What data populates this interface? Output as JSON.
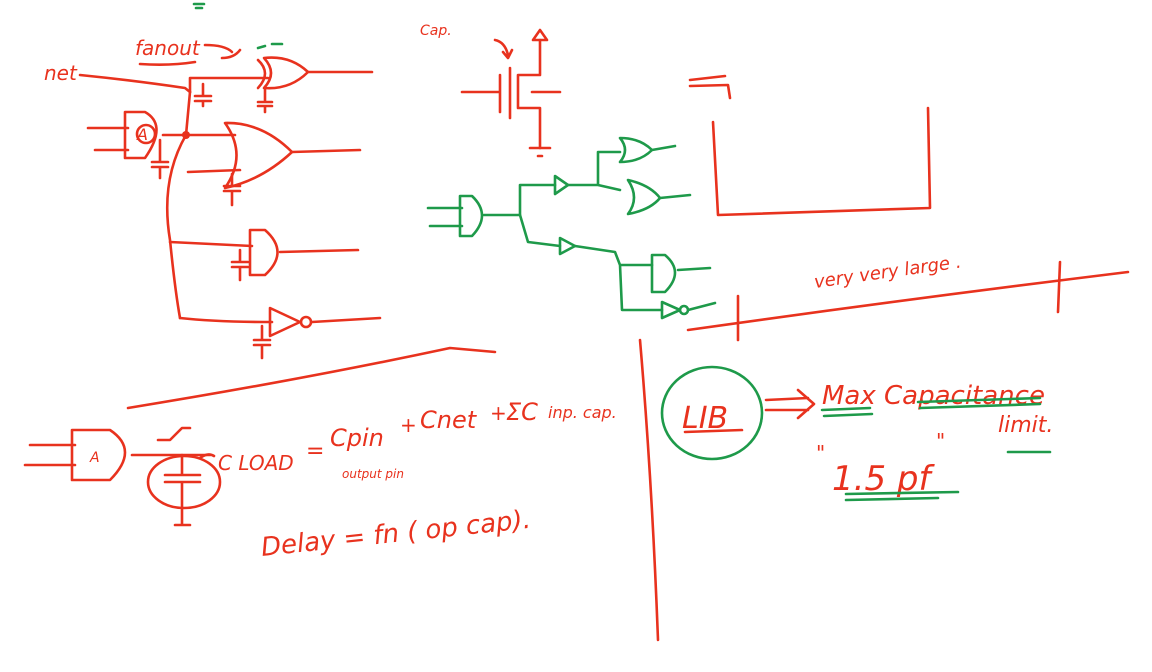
{
  "colors": {
    "ink_red": "#e8321e",
    "ink_green": "#1e9a4a",
    "background": "#ffffff"
  },
  "labels": {
    "net": "net",
    "fanout": "fanout",
    "cap": "Cap.",
    "gate_a_top": "A",
    "gate_a_bottom": "A",
    "very_very_large": "very very large .",
    "c_load": "C LOAD",
    "eq_equals": "=",
    "c_pin": "Cpin",
    "output_pin": "output pin",
    "plus_1": "+",
    "c_net": "Cnet",
    "plus_2": "+",
    "sum_c": "ΣC",
    "inp_cap": "inp. cap.",
    "delay_eq": "Delay = fn ( op cap).",
    "lib": "LIB",
    "max_capacitance": "Max  Capacitance",
    "limit": "limit.",
    "value": "1.5 pf"
  }
}
